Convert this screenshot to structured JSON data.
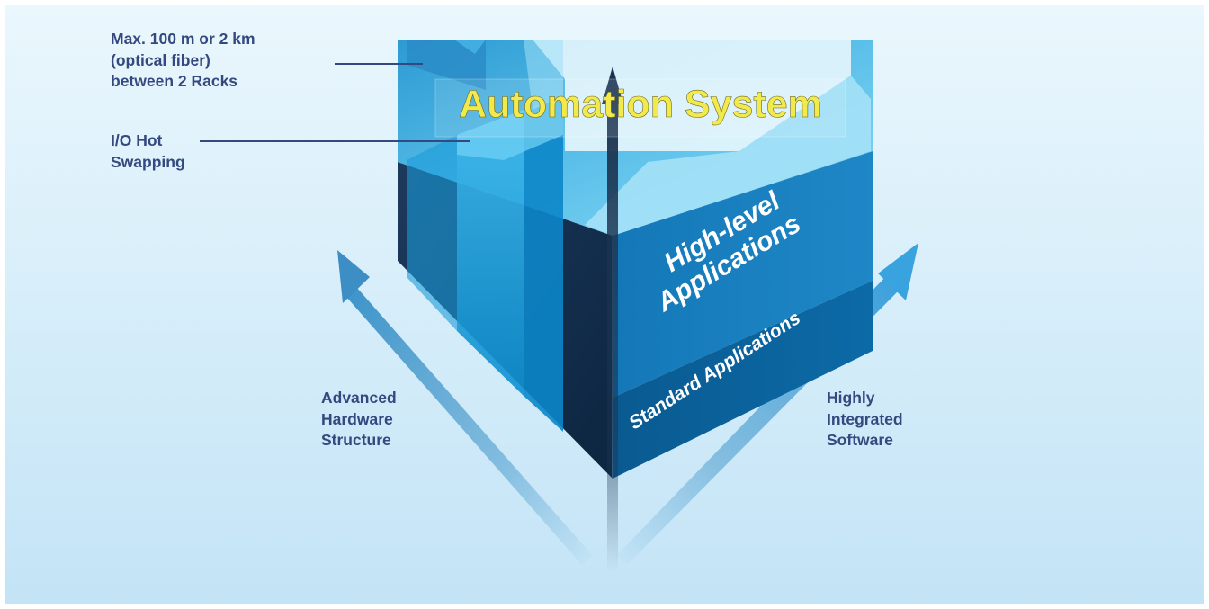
{
  "title": "Automation System",
  "prism": {
    "high_level": [
      "High-level",
      "Applications"
    ],
    "standard": "Standard Applications"
  },
  "callouts": {
    "distance": [
      "Max. 100 m or 2 km",
      "(optical fiber)",
      "between 2 Racks"
    ],
    "hot_swap": [
      "I/O Hot",
      "Swapping"
    ]
  },
  "axes": {
    "hardware": [
      "Advanced",
      "Hardware",
      "Structure"
    ],
    "software": [
      "Highly",
      "Integrated",
      "Software"
    ]
  },
  "colors": {
    "background_top": "#e9f6fd",
    "background_bottom": "#c4e5f6",
    "title_text": "#f2e94a",
    "callout_text": "#33497f",
    "prism_top": "#7bd4f3",
    "prism_left": "#0f2d4c",
    "prism_right": "#1a80c2",
    "arrow": "#3a93cc",
    "center_arrow": "#1b3350"
  }
}
